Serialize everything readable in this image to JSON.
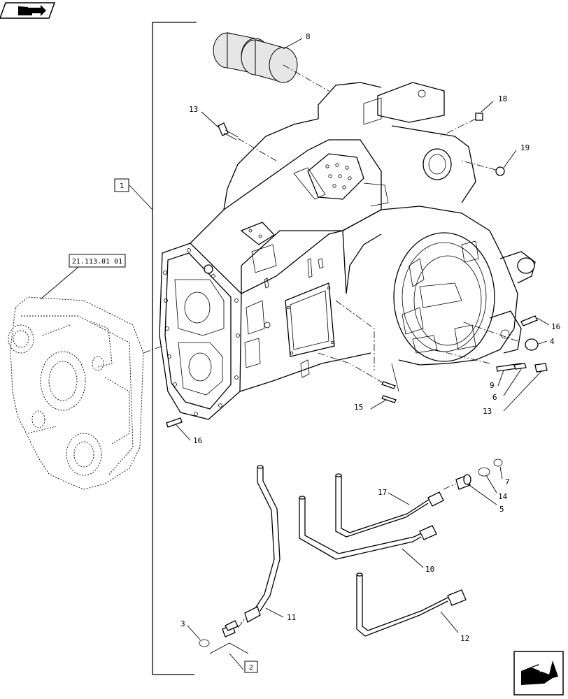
{
  "diagram": {
    "reference_label": "21.113.01 01",
    "group_labels": [
      "1",
      "2"
    ],
    "callouts": [
      "8",
      "18",
      "13",
      "19",
      "16",
      "4",
      "9",
      "6",
      "13",
      "15",
      "16",
      "7",
      "14",
      "5",
      "17",
      "10",
      "11",
      "3",
      "12"
    ]
  },
  "icons": {
    "top_left": "previous-page-arrow-icon",
    "bottom_right": "next-page-arrow-icon"
  }
}
